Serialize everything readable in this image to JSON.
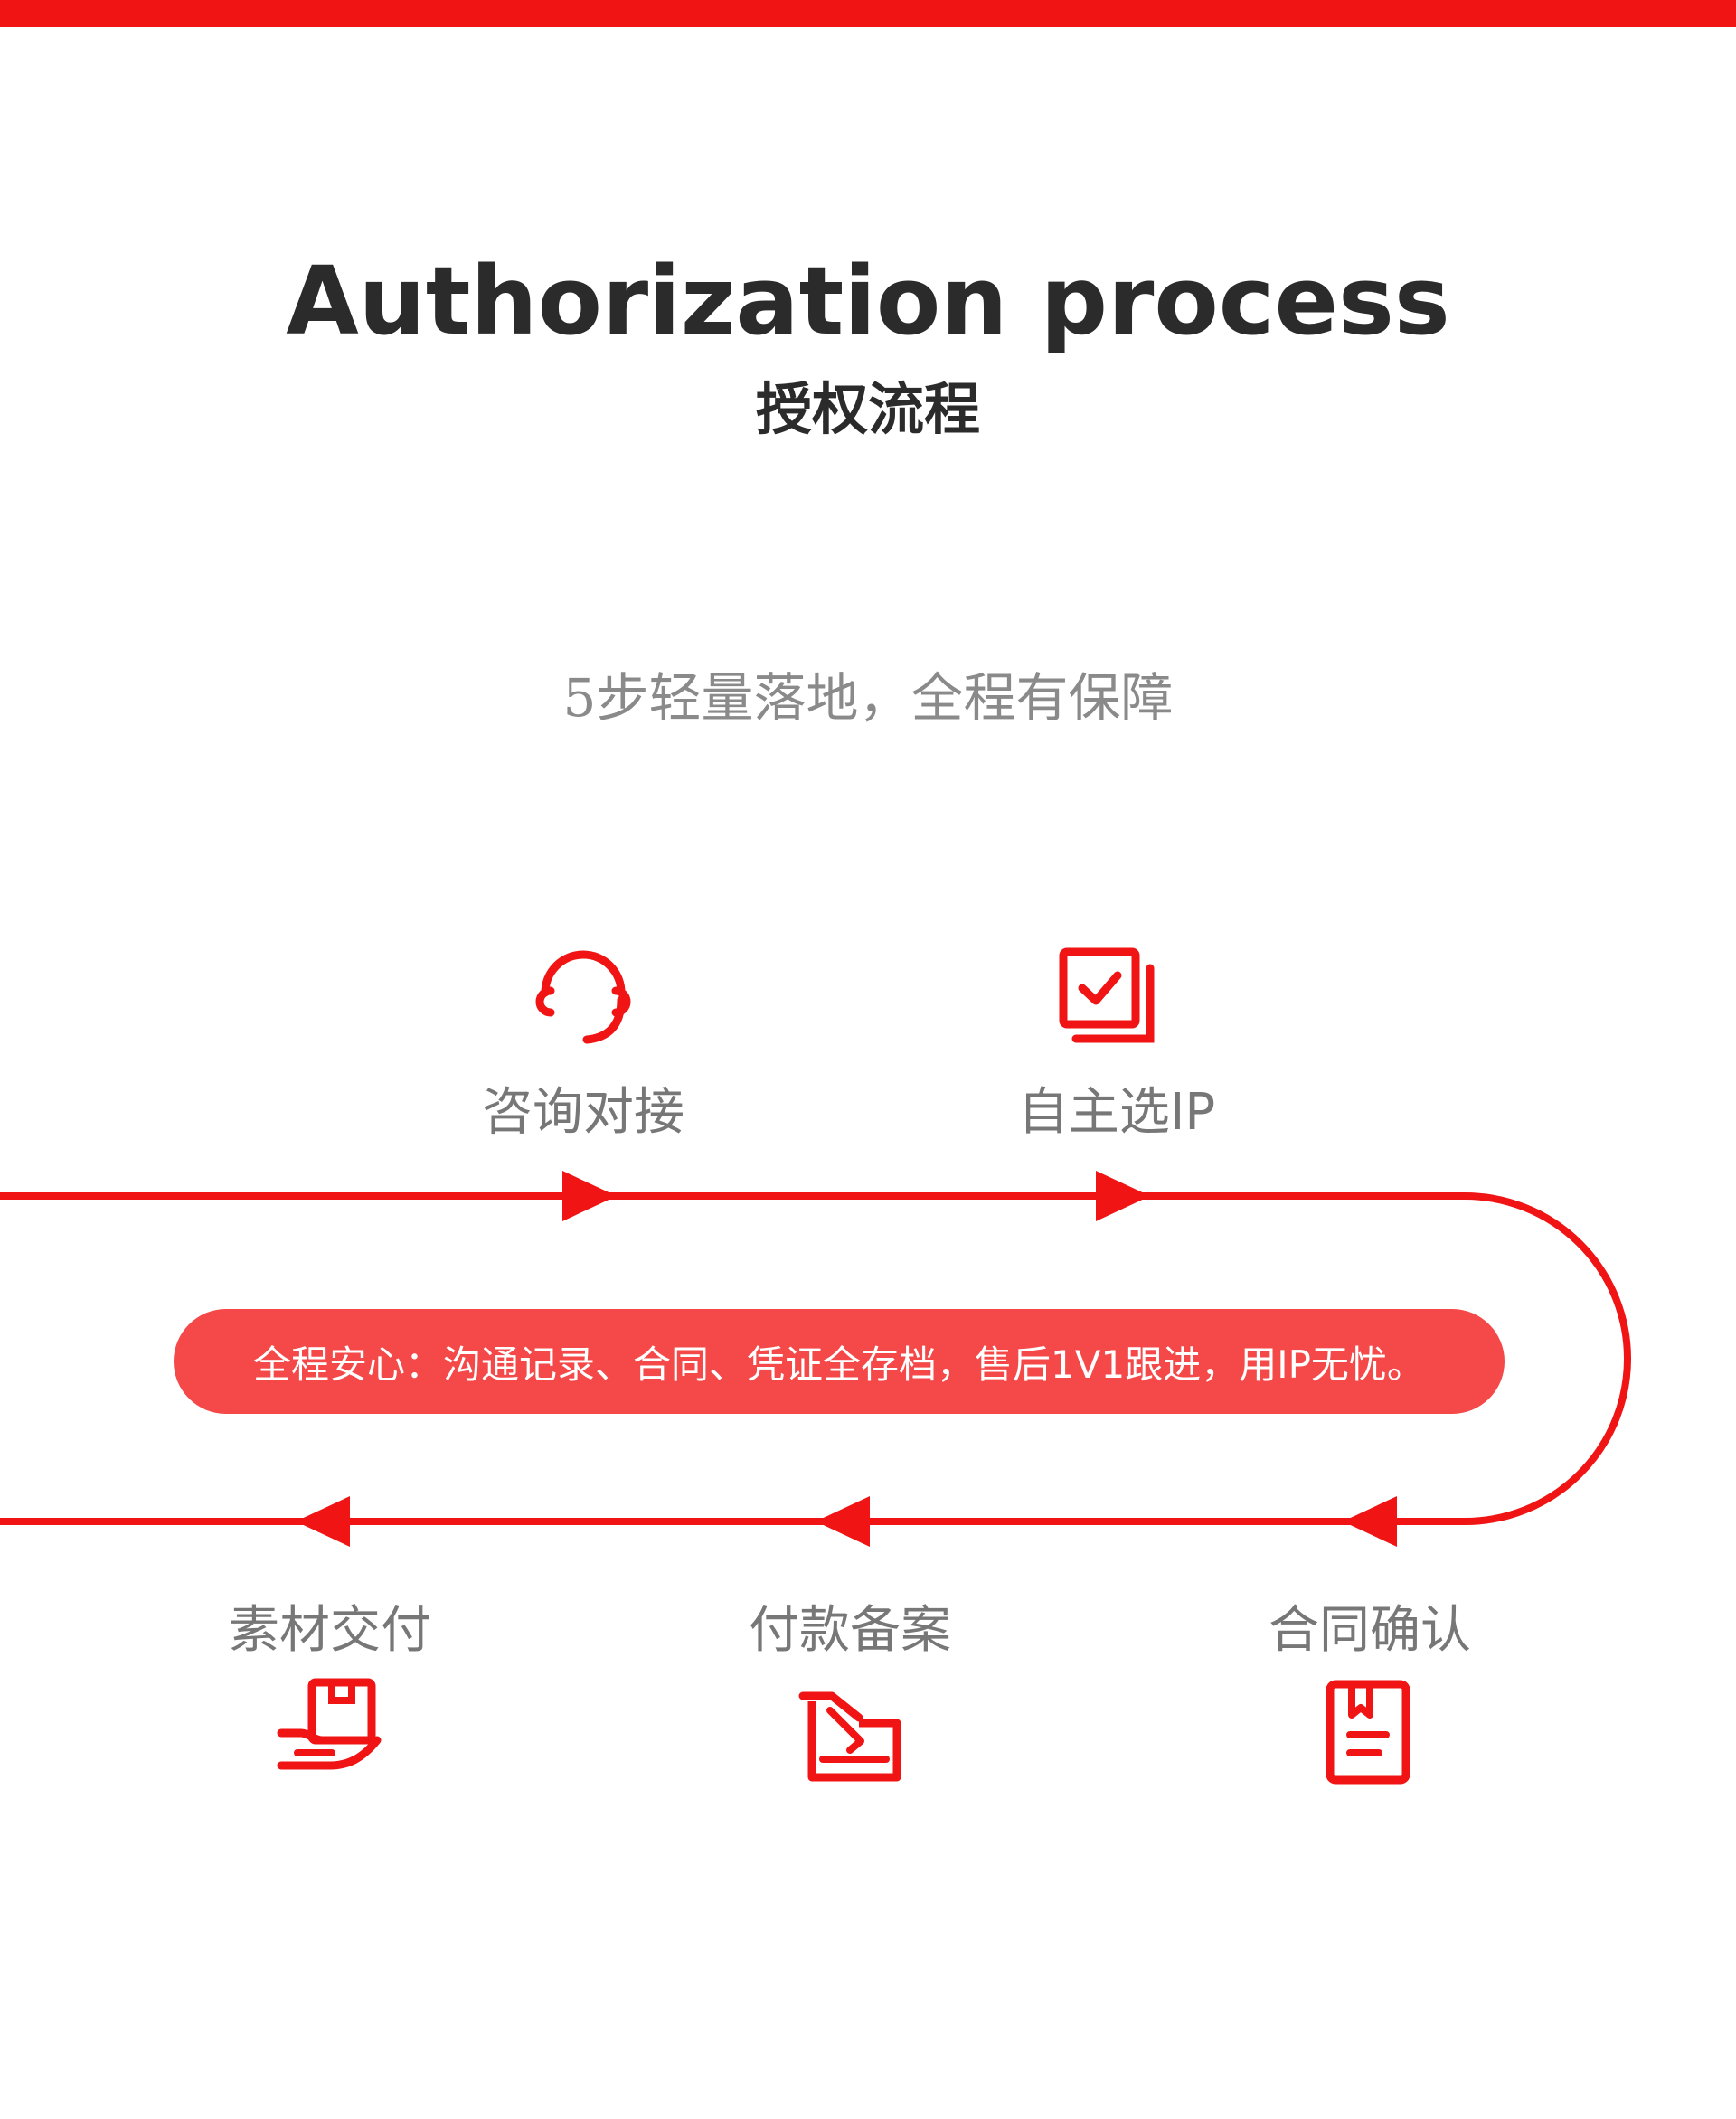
{
  "header": {
    "title": "Authorization process",
    "subtitle": "授权流程",
    "tagline": "5步轻量落地，全程有保障"
  },
  "steps": [
    {
      "label": "咨询对接",
      "icon": "headset-icon"
    },
    {
      "label": "自主选IP",
      "icon": "checkbox-stack-icon"
    },
    {
      "label": "合同确认",
      "icon": "document-icon"
    },
    {
      "label": "付款备案",
      "icon": "payment-envelope-icon"
    },
    {
      "label": "素材交付",
      "icon": "hand-box-icon"
    }
  ],
  "banner": {
    "text": "全程安心：沟通记录、合同、凭证全存档，售后1V1跟进，用IP无忧。"
  },
  "colors": {
    "accent": "#f01414",
    "banner": "#f54848",
    "title": "#2b2b2b",
    "label": "#777777"
  }
}
